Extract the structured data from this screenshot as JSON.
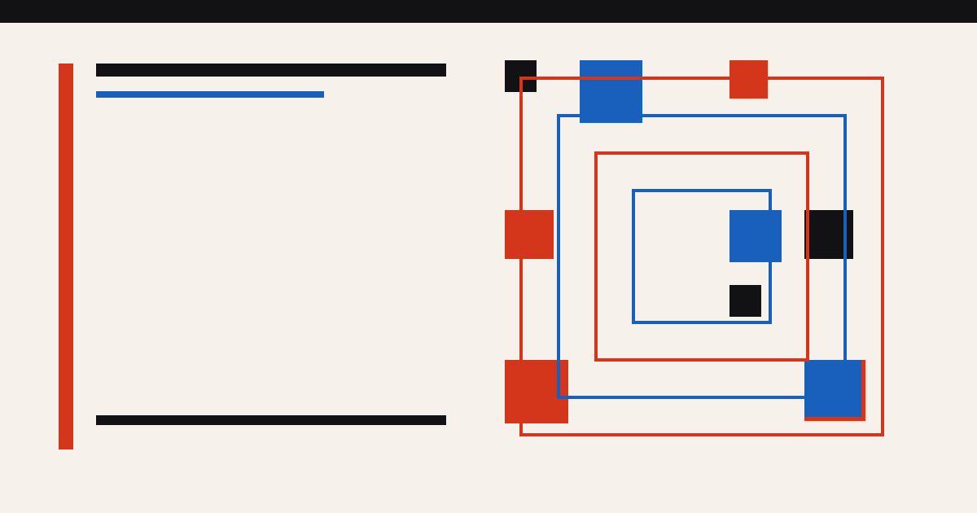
{
  "colors": {
    "background": "#f6f2eb",
    "top_bar": "#121215",
    "red": "#d4361b",
    "blue": "#1960bd",
    "black": "#121215"
  },
  "left_panel": {
    "accent_bar_color": "red",
    "rules": [
      {
        "color": "black",
        "role": "top rule"
      },
      {
        "color": "blue",
        "role": "sub rule"
      },
      {
        "color": "black",
        "role": "bottom rule"
      }
    ]
  },
  "composition": {
    "nested_frames": [
      "red",
      "blue",
      "red",
      "blue"
    ],
    "squares": [
      "black",
      "blue",
      "red",
      "red",
      "blue",
      "black",
      "black",
      "red",
      "red",
      "blue"
    ]
  }
}
